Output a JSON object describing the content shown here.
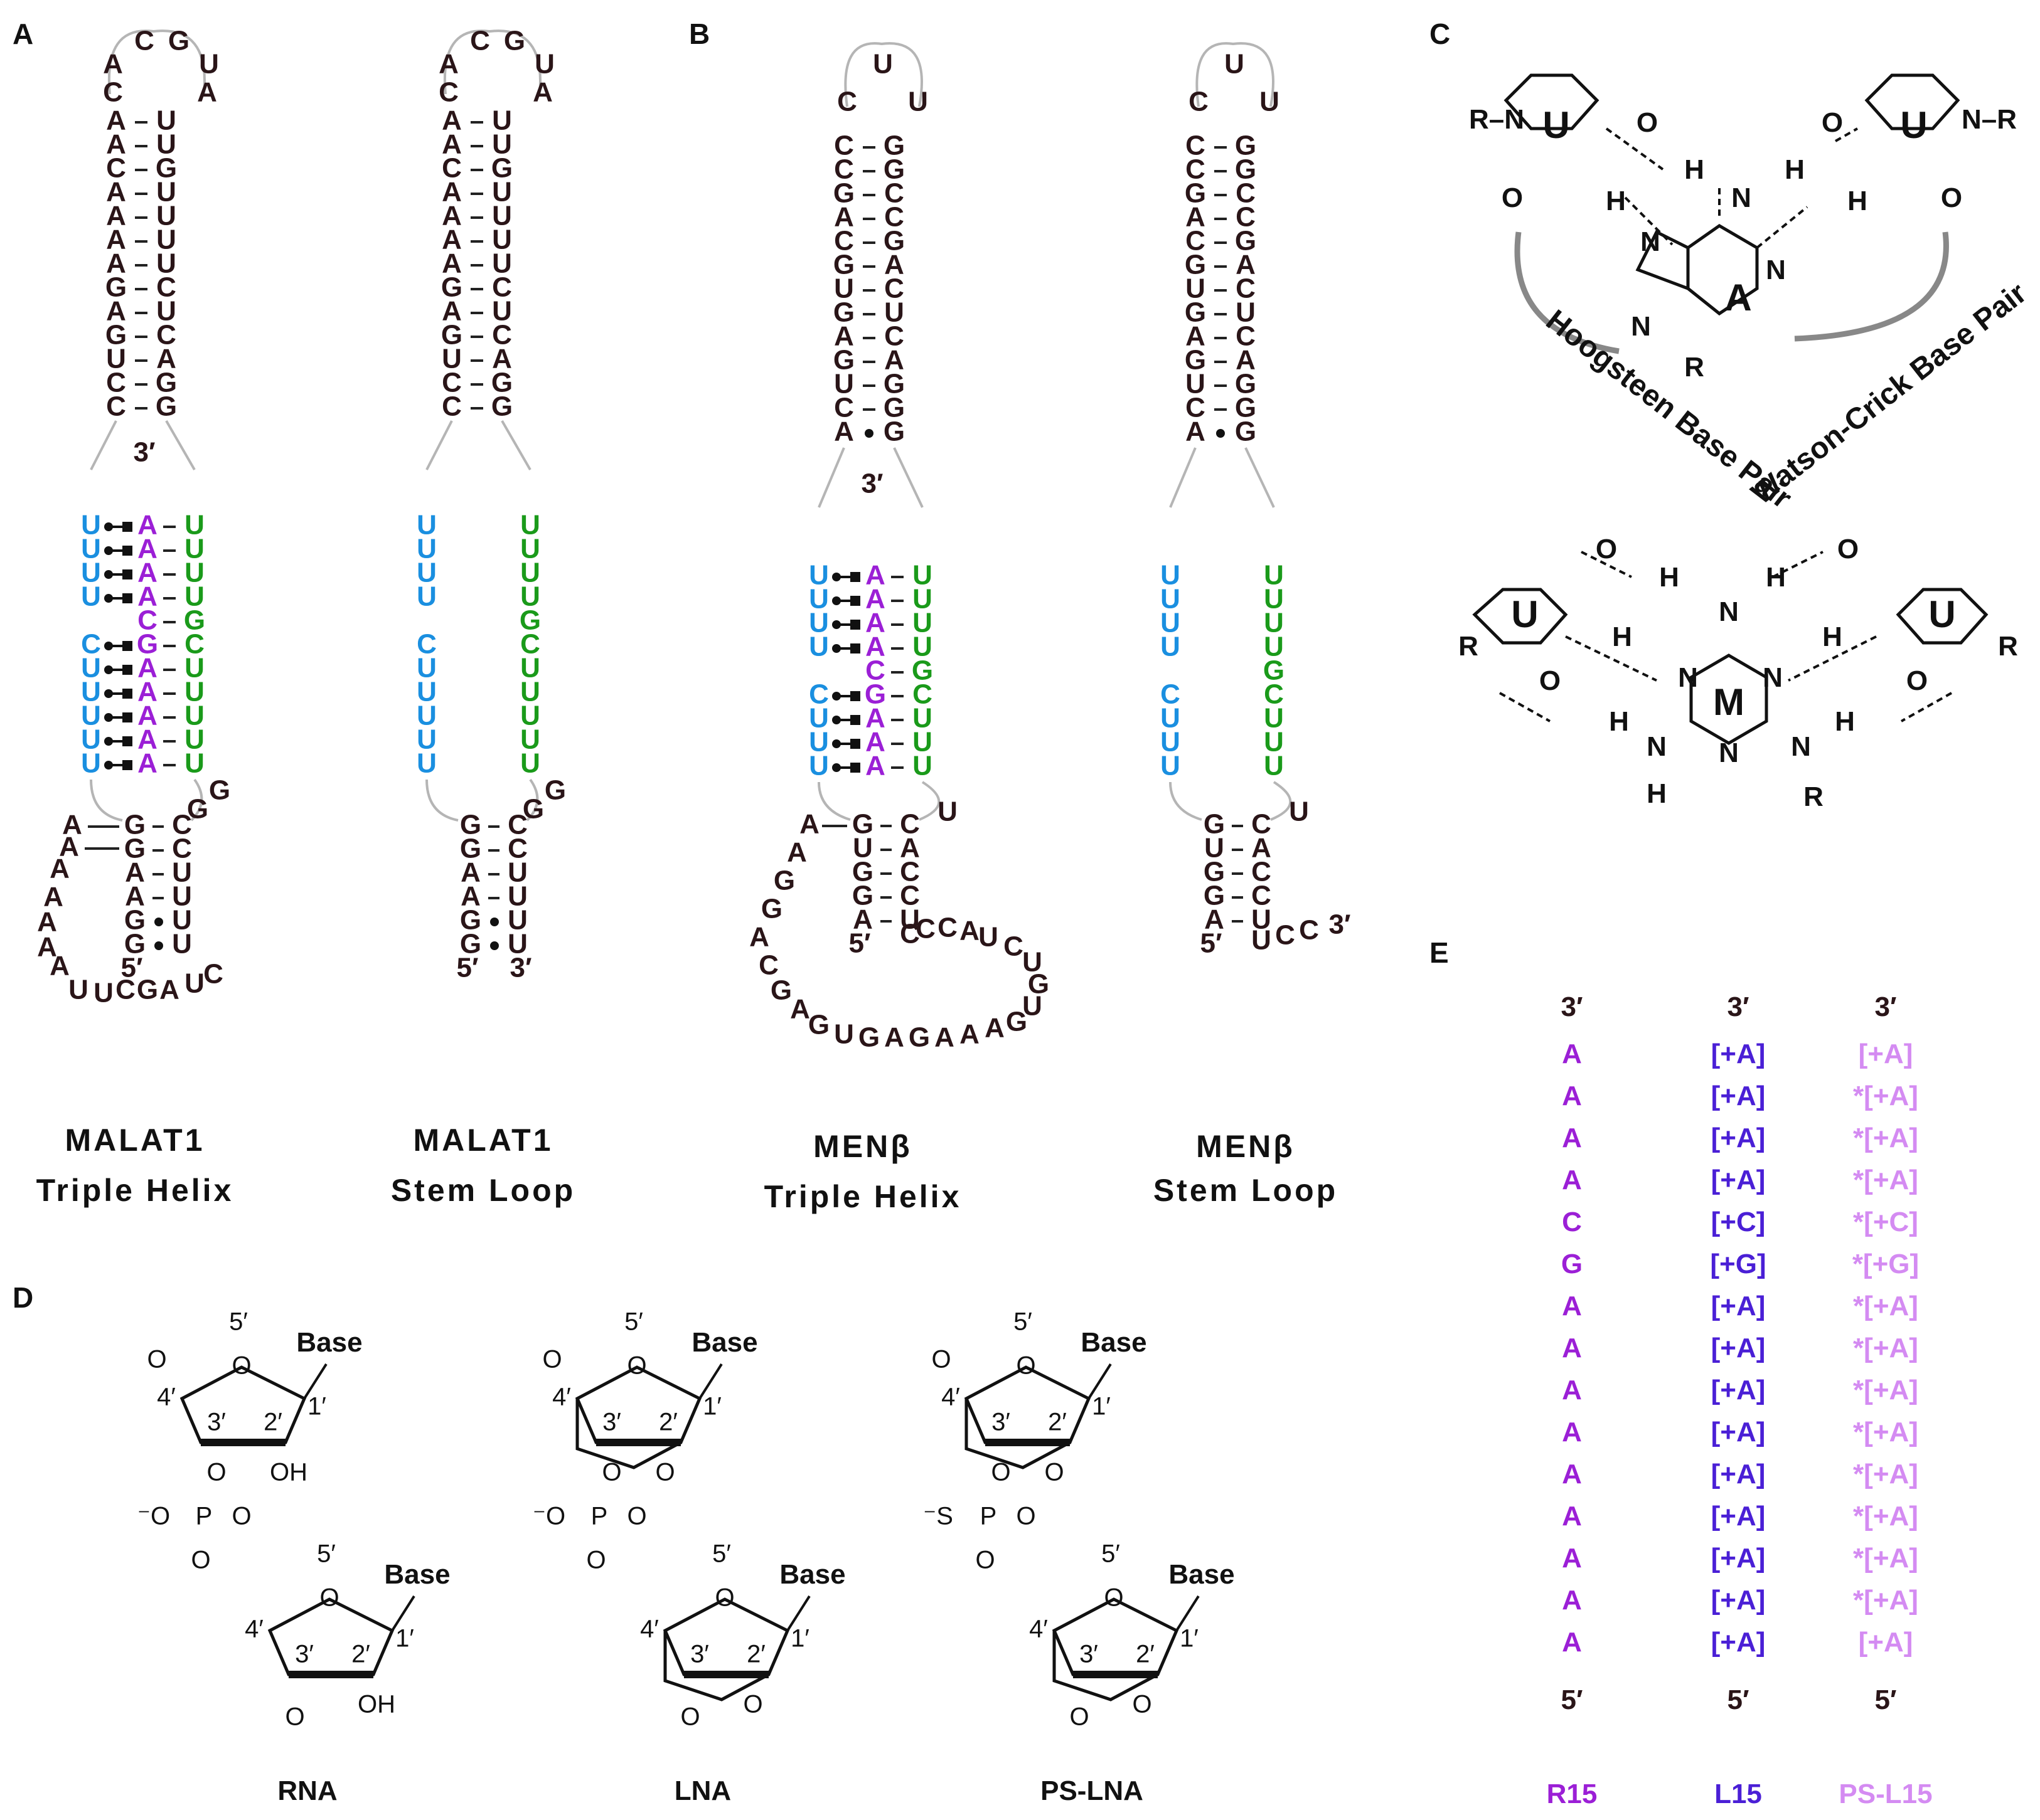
{
  "panels": {
    "a": "A",
    "b": "B",
    "c": "C",
    "d": "D",
    "e": "E"
  },
  "panel_a": {
    "triple_helix_caption": [
      "MALAT1",
      "Triple Helix"
    ],
    "stem_loop_caption": [
      "MALAT1",
      "Stem Loop"
    ],
    "loop": [
      "A",
      "C",
      "G",
      "U",
      "C",
      "A"
    ],
    "stem_left": [
      "A",
      "A",
      "C",
      "A",
      "A",
      "A",
      "A",
      "G",
      "A",
      "G",
      "U",
      "C",
      "C"
    ],
    "stem_right": [
      "U",
      "U",
      "G",
      "U",
      "U",
      "U",
      "U",
      "C",
      "U",
      "C",
      "A",
      "G",
      "G"
    ],
    "prime_3": "3′",
    "u_strand_left": [
      "U",
      "U",
      "U",
      "U",
      "",
      "C",
      "U",
      "U",
      "U",
      "U",
      "U"
    ],
    "a_strand": [
      "A",
      "A",
      "A",
      "A",
      "C",
      "G",
      "A",
      "A",
      "A",
      "A",
      "A"
    ],
    "u_strand_right": [
      "U",
      "U",
      "U",
      "U",
      "G",
      "C",
      "U",
      "U",
      "U",
      "U",
      "U"
    ],
    "lower_left": [
      "G",
      "G",
      "A",
      "A",
      "G",
      "G"
    ],
    "lower_right": [
      "C",
      "C",
      "U",
      "U",
      "U",
      "U"
    ],
    "bulge_right": "G",
    "bulge_right2": "G",
    "tail_a": [
      "A",
      "A",
      "A",
      "A",
      "A",
      "A",
      "A"
    ],
    "tail_bottom": [
      "U",
      "U",
      "C",
      "G",
      "A",
      "U",
      "C"
    ],
    "prime_5": "5′",
    "prime_3_end": "3′"
  },
  "panel_b": {
    "triple_helix_caption": [
      "MENβ",
      "Triple Helix"
    ],
    "stem_loop_caption": [
      "MENβ",
      "Stem Loop"
    ],
    "loop": [
      "C",
      "U",
      "U"
    ],
    "stem_left": [
      "C",
      "C",
      "G",
      "A",
      "C",
      "G",
      "U",
      "G",
      "A",
      "G",
      "U",
      "C",
      "A"
    ],
    "stem_right": [
      "G",
      "G",
      "C",
      "C",
      "G",
      "A",
      "C",
      "U",
      "C",
      "A",
      "G",
      "G"
    ],
    "prime_3": "3′",
    "u_strand_left": [
      "U",
      "U",
      "U",
      "U",
      "",
      "C",
      "U",
      "U",
      "U"
    ],
    "a_strand": [
      "A",
      "A",
      "A",
      "A",
      "C",
      "G",
      "A",
      "A",
      "A"
    ],
    "u_strand_right": [
      "U",
      "U",
      "U",
      "U",
      "G",
      "C",
      "U",
      "U",
      "U"
    ],
    "lower_left": [
      "G",
      "U",
      "G",
      "G",
      "A"
    ],
    "lower_right": [
      "C",
      "A",
      "C",
      "C",
      "U"
    ],
    "bulge": "U",
    "tail_left": [
      "A",
      "A",
      "G",
      "G",
      "A",
      "C",
      "G",
      "A",
      "G",
      "U",
      "G",
      "A",
      "G",
      "A",
      "A",
      "A",
      "G",
      "U",
      "G",
      "U",
      "C",
      "U",
      "A",
      "C",
      "C",
      "C",
      "U"
    ],
    "tail_stem_end": [
      "U",
      "C",
      "C"
    ],
    "prime_5": "5′"
  },
  "panel_c": {
    "top_labels": {
      "hoogsteen": "Hoogsteen Base Pair",
      "watson_crick": "Watson-Crick Base Pair"
    },
    "base_u": "U",
    "base_a": "A",
    "base_m": "M",
    "atoms": {
      "n": "N",
      "h": "H",
      "o": "O",
      "r": "R",
      "nr": "N–R",
      "rn": "R–N"
    }
  },
  "panel_d": {
    "labels": [
      "RNA",
      "LNA",
      "PS-LNA"
    ],
    "base": "Base",
    "primes": [
      "5′",
      "4′",
      "3′",
      "2′",
      "1′"
    ],
    "atoms": {
      "o": "O",
      "oh": "OH",
      "p": "P",
      "s": "S",
      "minus_o": "⁻O",
      "minus_s": "⁻S"
    }
  },
  "panel_e": {
    "columns": [
      {
        "name": "R15",
        "top": "3′",
        "bottom": "5′",
        "entries": [
          "A",
          "A",
          "A",
          "A",
          "C",
          "G",
          "A",
          "A",
          "A",
          "A",
          "A",
          "A",
          "A",
          "A",
          "A"
        ],
        "color": "#9b1fd6"
      },
      {
        "name": "L15",
        "top": "3′",
        "bottom": "5′",
        "entries": [
          "[+A]",
          "[+A]",
          "[+A]",
          "[+A]",
          "[+C]",
          "[+G]",
          "[+A]",
          "[+A]",
          "[+A]",
          "[+A]",
          "[+A]",
          "[+A]",
          "[+A]",
          "[+A]",
          "[+A]"
        ],
        "color": "#4a1fd6"
      },
      {
        "name": "PS-L15",
        "top": "3′",
        "bottom": "5′",
        "entries": [
          "[+A]",
          "*[+A]",
          "*[+A]",
          "*[+A]",
          "*[+C]",
          "*[+G]",
          "*[+A]",
          "*[+A]",
          "*[+A]",
          "*[+A]",
          "*[+A]",
          "*[+A]",
          "*[+A]",
          "*[+A]",
          "[+A]"
        ],
        "color": "#d48bf2"
      }
    ]
  }
}
